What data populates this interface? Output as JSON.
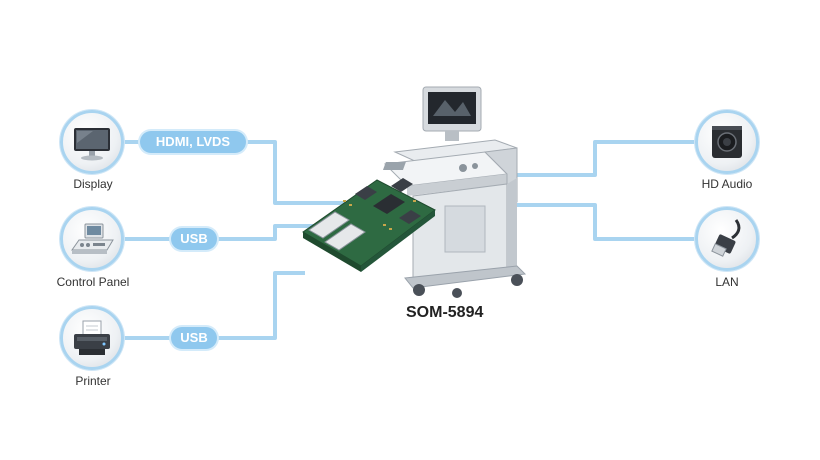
{
  "colors": {
    "line": "#a9d4f0",
    "pill": "#8fc8ee",
    "ring": "#a9d4f0"
  },
  "center_device": {
    "label": "SOM-5894",
    "icon": "ultrasound-machine-with-board-icon"
  },
  "left_nodes": [
    {
      "label": "Display",
      "icon": "monitor-icon",
      "connection": "HDMI, LVDS"
    },
    {
      "label": "Control Panel",
      "icon": "control-panel-icon",
      "connection": "USB"
    },
    {
      "label": "Printer",
      "icon": "printer-icon",
      "connection": "USB"
    }
  ],
  "right_nodes": [
    {
      "label": "HD Audio",
      "icon": "speaker-icon"
    },
    {
      "label": "LAN",
      "icon": "ethernet-cable-icon"
    }
  ]
}
